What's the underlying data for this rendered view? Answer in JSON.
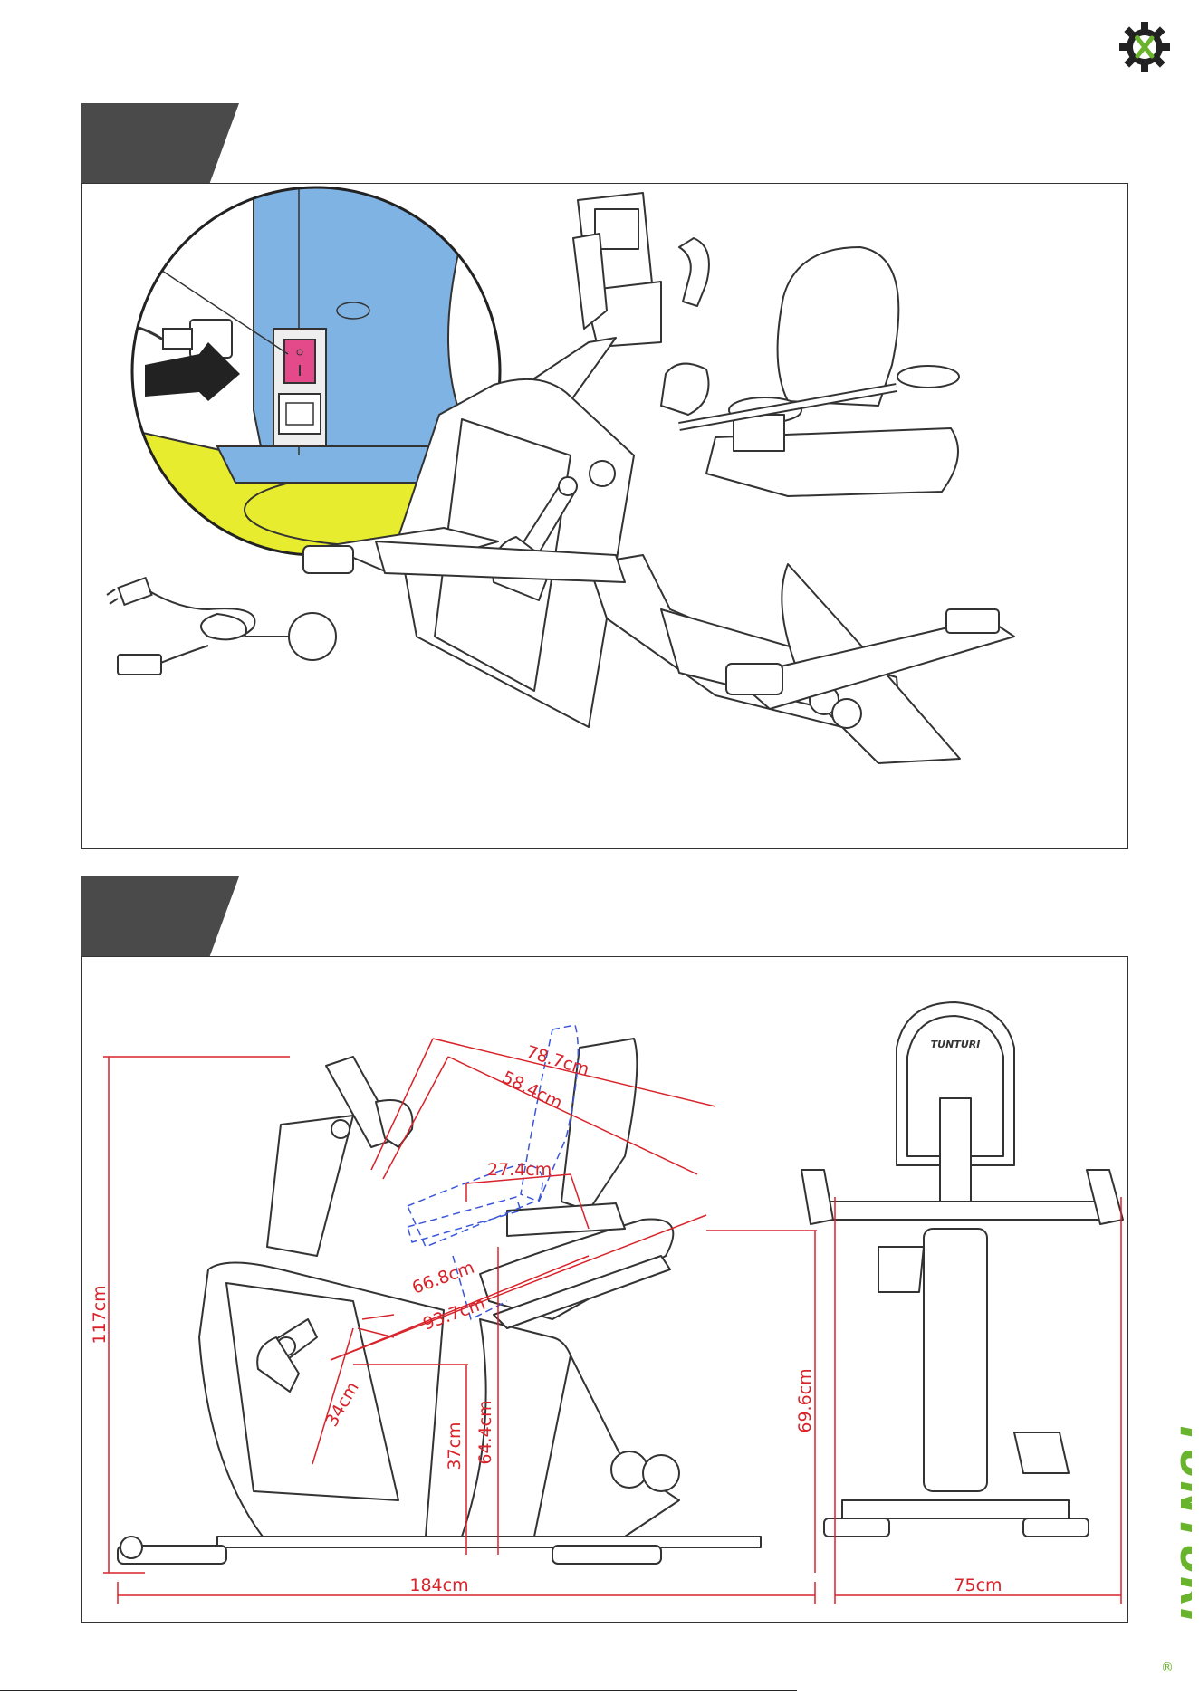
{
  "brand": {
    "name": "TUNTURI",
    "registered": "®",
    "seat_logo": "TUNTURI",
    "colors": {
      "brand_green": "#6ab42d",
      "tab_gray": "#4a4a4a",
      "dim_red": "#d8232a",
      "frame_blue": "#7eb3e3",
      "floor_yellow": "#e8ec2e",
      "switch_pink": "#e44a8a"
    }
  },
  "icons": {
    "top_right": "gear-wrench-icon",
    "page_mark": "gear-wrench-icon"
  },
  "dimensions": {
    "total_length": "184cm",
    "total_width": "75cm",
    "total_height": "117cm",
    "seat_height": "69.6cm",
    "d_78_7": "78.7cm",
    "d_58_4": "58.4cm",
    "d_27_4": "27.4cm",
    "d_66_8": "66.8cm",
    "d_93_7": "93.7cm",
    "d_34": "34cm",
    "d_37": "37cm",
    "d_64_4": "64.4cm"
  }
}
